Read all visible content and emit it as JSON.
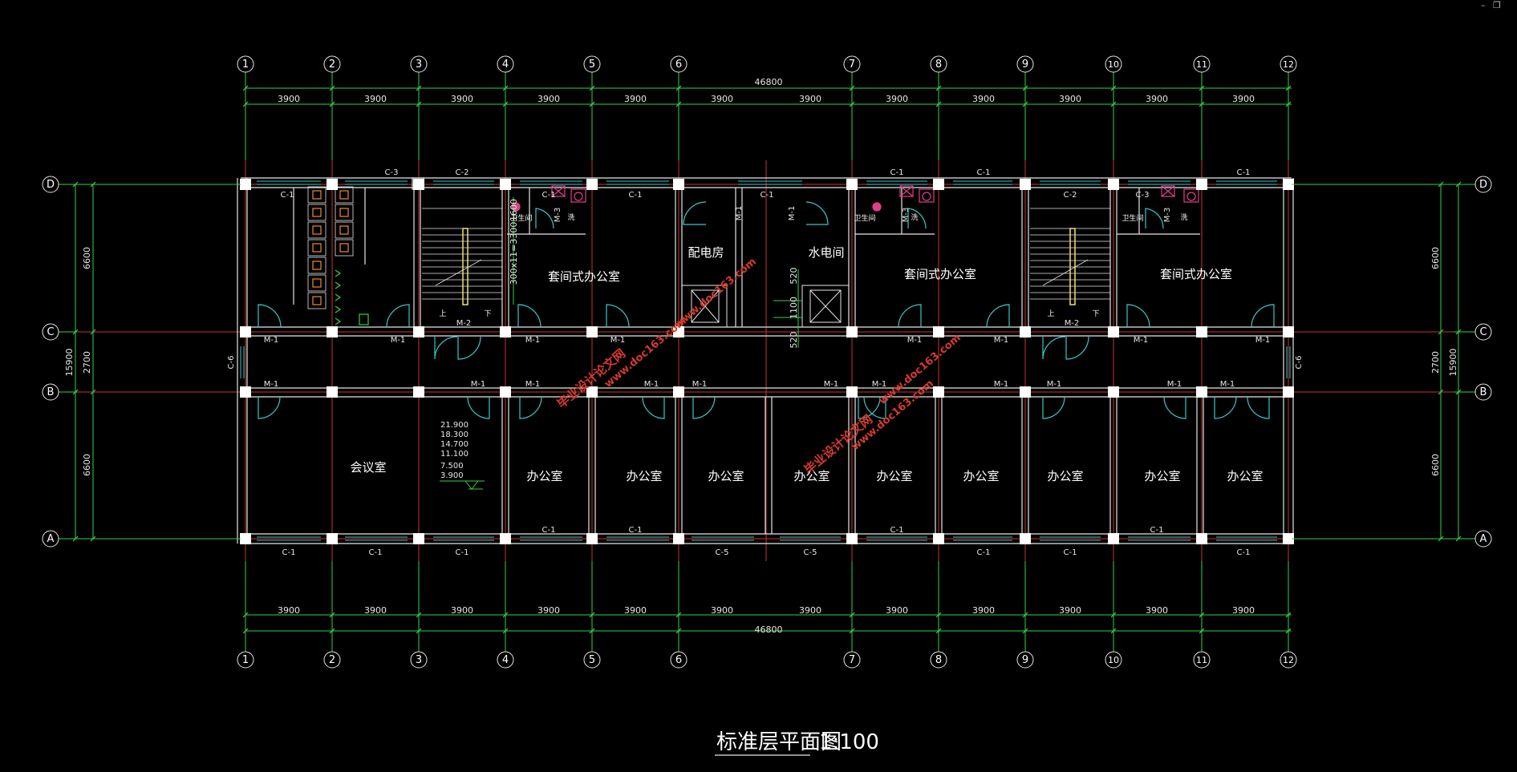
{
  "window": {
    "min_glyph": "–",
    "restore_glyph": "❐"
  },
  "drawing": {
    "title": "标准层平面图",
    "scale": "1:100"
  },
  "axes": {
    "columns": [
      "1",
      "2",
      "3",
      "4",
      "5",
      "6",
      "7",
      "8",
      "9",
      "10",
      "11",
      "12"
    ],
    "rows": [
      "D",
      "C",
      "B",
      "A"
    ]
  },
  "dimensions": {
    "overall_top": "46800",
    "overall_bottom": "46800",
    "bay_top": [
      "3900",
      "3900",
      "3900",
      "3900",
      "3900",
      "3900",
      "3900",
      "3900",
      "3900",
      "3900",
      "3900",
      "3900"
    ],
    "bay_bottom": [
      "3900",
      "3900",
      "3900",
      "3900",
      "3900",
      "3900",
      "3900",
      "3900",
      "3900",
      "3900",
      "3900",
      "3900"
    ],
    "left_inner": [
      "6600",
      "2700",
      "6600"
    ],
    "left_outer": "15900",
    "right_inner": [
      "6600",
      "2700",
      "6600"
    ],
    "right_outer": "15900",
    "stair_step": "300x11=3300",
    "stair_top": "1600",
    "elevator": [
      "520",
      "1100",
      "520"
    ]
  },
  "elevations": [
    "21.900",
    "18.300",
    "14.700",
    "11.100",
    "7.500",
    "3.900"
  ],
  "rooms": {
    "meeting_room": "会议室",
    "office": "办公室",
    "suite_office": "套间式办公室",
    "power_room": "配电房",
    "water_room": "水电间",
    "toilet": "卫生间",
    "wash": "洗"
  },
  "stair_labels": {
    "up": "上",
    "down": "下"
  },
  "openings": {
    "c1": "C-1",
    "c2": "C-2",
    "c3": "C-3",
    "c5": "C-5",
    "c6": "C-6",
    "m1": "M-1",
    "m2": "M-2",
    "m3": "M-3"
  },
  "watermarks": {
    "site_name": "毕业设计论文网",
    "site_url": "www.doc163.com"
  },
  "colors": {
    "axis_line": "#c8342c",
    "dimension": "#35d244",
    "wall": "#e6e6e6",
    "window": "#38c8c8",
    "door": "#38c8c8",
    "column": "#ffffff",
    "text": "#ffffff",
    "stair": "#f0e070",
    "fixture": "#e0408a",
    "toilet_stall": "#f08a2a",
    "watermark": "#d63a2c"
  }
}
